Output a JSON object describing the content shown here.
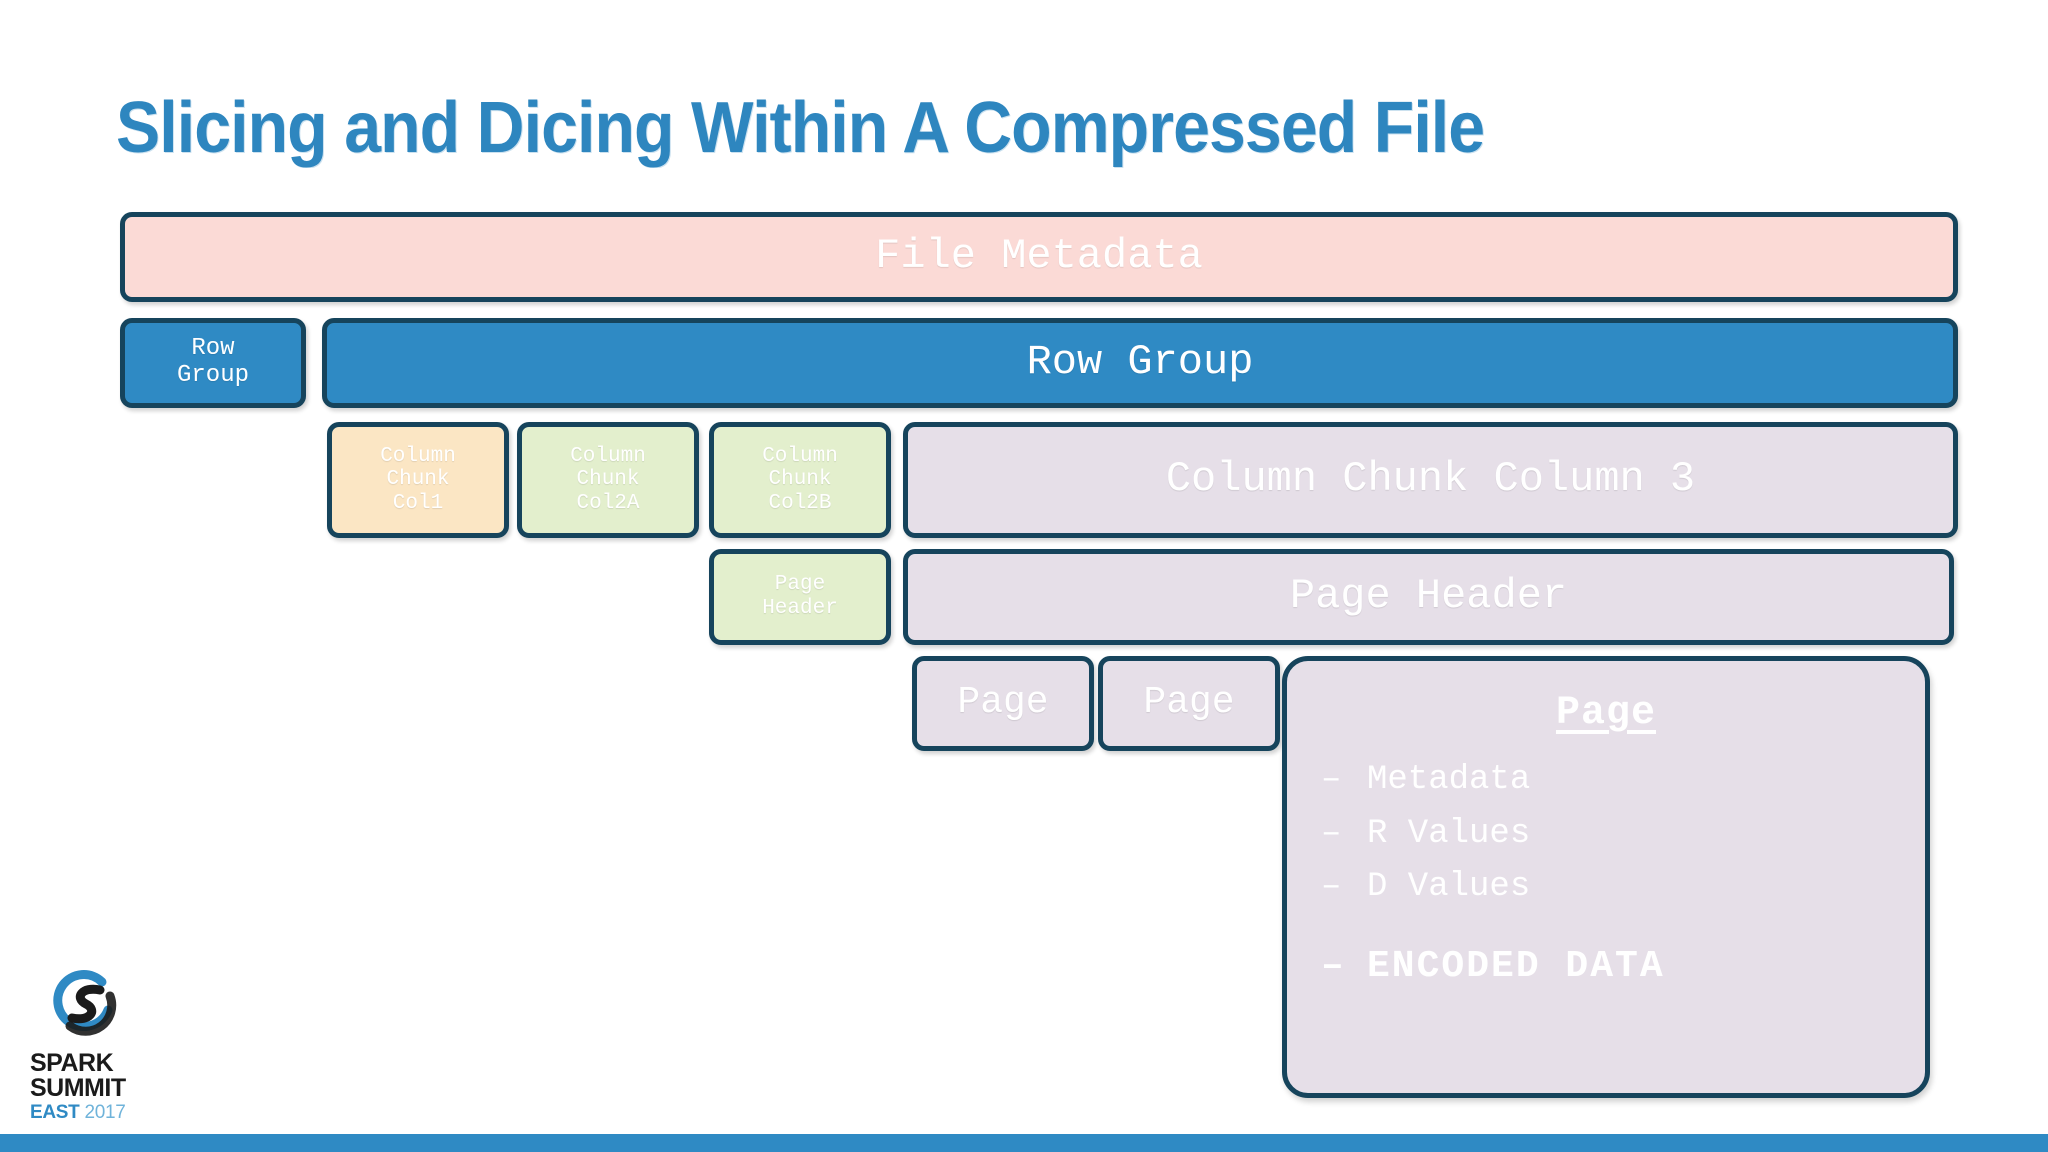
{
  "slide": {
    "title": "Slicing and Dicing Within A Compressed File",
    "title_color": "#2e86bf",
    "background": "#ffffff",
    "border_color": "#16445c"
  },
  "diagram": {
    "file_metadata": {
      "label": "File Metadata",
      "fill": "#fbdad6"
    },
    "row_group_small": {
      "label": "Row\nGroup",
      "fill": "#2f8ac4"
    },
    "row_group_wide": {
      "label": "Row Group",
      "fill": "#2f8ac4"
    },
    "chunks": [
      {
        "label": "Column\nChunk\nCol1",
        "fill": "#fbe6c4"
      },
      {
        "label": "Column\nChunk\nCol2A",
        "fill": "#e3efcd"
      },
      {
        "label": "Column\nChunk\nCol2B",
        "fill": "#e3efcd"
      }
    ],
    "column_chunk_wide": {
      "label": "Column Chunk Column 3",
      "fill": "#e6dfe8"
    },
    "page_header_small": {
      "label": "Page\nHeader",
      "fill": "#e3efcd"
    },
    "page_header_wide": {
      "label": "Page Header",
      "fill": "#e6dfe8"
    },
    "pages": [
      {
        "label": "Page",
        "fill": "#e6dfe8"
      },
      {
        "label": "Page",
        "fill": "#e6dfe8"
      }
    ],
    "page_detail": {
      "title": "Page",
      "fill": "#e6dfe8",
      "items": [
        {
          "dash": "–",
          "text": "Metadata",
          "emphasis": false
        },
        {
          "dash": "–",
          "text": "R Values",
          "emphasis": false
        },
        {
          "dash": "–",
          "text": "D Values",
          "emphasis": false
        },
        {
          "dash": "–",
          "text": "ENCODED DATA",
          "emphasis": true
        }
      ]
    }
  },
  "footer": {
    "bar_color": "#2f8ac4",
    "logo": {
      "spark": "SPARK",
      "summit": "SUMMIT",
      "east": "EAST",
      "year": "2017",
      "mark_blue": "#2f8ac4",
      "mark_dark": "#1b1b1b"
    }
  }
}
